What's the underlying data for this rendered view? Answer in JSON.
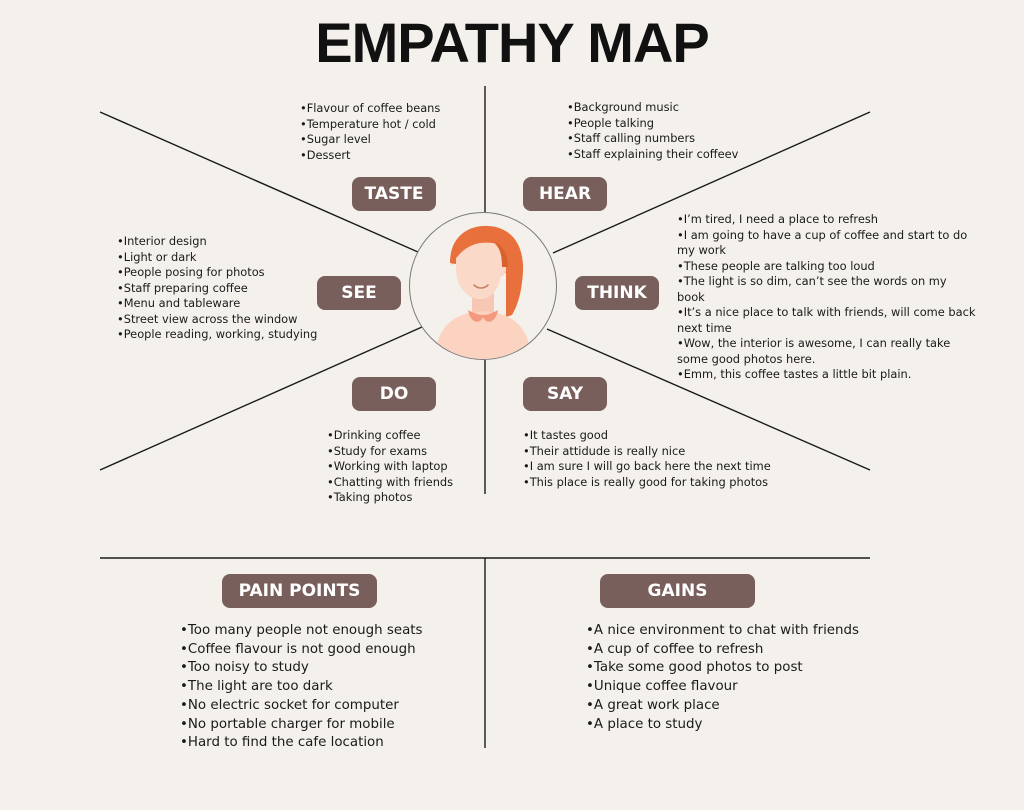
{
  "title": "EMPATHY MAP",
  "colors": {
    "background": "#f4f1ec",
    "pill": "#785f5b",
    "pill_text": "#ffffff",
    "line": "#1a1a1a",
    "hair": "#e8703c",
    "skin": "#fbd9c8",
    "shirt": "#f6a98f"
  },
  "sections": {
    "taste": {
      "label": "TASTE",
      "items": [
        "Flavour of coffee beans",
        "Temperature hot / cold",
        "Sugar level",
        "Dessert"
      ]
    },
    "hear": {
      "label": "HEAR",
      "items": [
        "Background music",
        "People talking",
        "Staff calling numbers",
        "Staff explaining their coffeev"
      ]
    },
    "see": {
      "label": "SEE",
      "items": [
        "Interior design",
        "Light or dark",
        "People posing for photos",
        "Staff preparing coffee",
        "Menu and tableware",
        "Street view across the window",
        "People reading, working, studying"
      ]
    },
    "think": {
      "label": "THINK",
      "items": [
        "I’m tired, I need a  place to refresh",
        "I am going to have a cup of coffee and start to do my work",
        "These people are talking too loud",
        "The light is so dim, can’t see the words on my book",
        "It’s a nice place to talk with friends, will come back next time",
        "Wow, the interior is awesome, I can really take some good photos here.",
        "Emm, this coffee tastes a little bit plain."
      ]
    },
    "do": {
      "label": "DO",
      "items": [
        "Drinking coffee",
        "Study for exams",
        "Working with laptop",
        "Chatting with friends",
        "Taking photos"
      ]
    },
    "say": {
      "label": "SAY",
      "items": [
        "It tastes good",
        "Their attidude is really nice",
        "I am sure I will go back here the next time",
        "This place is really good for taking photos"
      ]
    }
  },
  "pain_points": {
    "label": "PAIN POINTS",
    "items": [
      "Too many people not enough seats",
      "Coffee flavour is not good enough",
      "Too noisy to study",
      "The light are too dark",
      "No electric socket for computer",
      "No portable charger for mobile",
      "Hard to find the cafe location"
    ]
  },
  "gains": {
    "label": "GAINS",
    "items": [
      "A nice environment to chat with friends",
      "A cup of coffee to refresh",
      "Take some good photos to post",
      "Unique coffee flavour",
      "A great work place",
      "A place to study"
    ]
  },
  "avatar_icon": "woman-avatar-icon"
}
